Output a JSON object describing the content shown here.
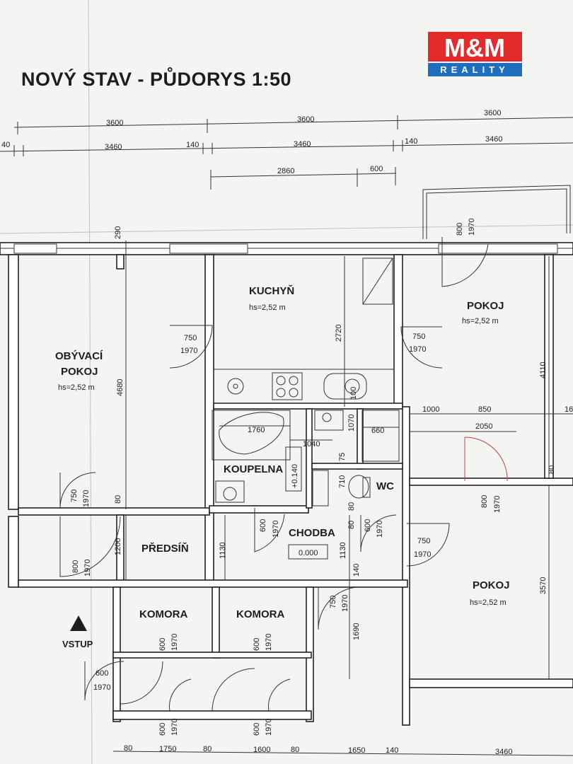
{
  "title": "NOVÝ STAV - PŮDORYS 1:50",
  "logo": {
    "top": "M&M",
    "bottom": "REALITY",
    "colors": {
      "red": "#e32b2b",
      "blue": "#1f6fc1"
    }
  },
  "rooms": {
    "obyvaci_line1": "OBÝVACÍ",
    "obyvaci_line2": "POKOJ",
    "obyvaci_hs": "hs=2,52 m",
    "kuchyn": "KUCHYŇ",
    "kuchyn_hs": "hs=2,52 m",
    "pokoj1": "POKOJ",
    "pokoj1_hs": "hs=2,52 m",
    "pokoj2": "POKOJ",
    "pokoj2_hs": "hs=2,52 m",
    "koupelna": "KOUPELNA",
    "wc": "WC",
    "chodba": "CHODBA",
    "chodba_level": "0.000",
    "predsin": "PŘEDSÍŇ",
    "komora1": "KOMORA",
    "komora2": "KOMORA",
    "vstup": "VSTUP",
    "koupelna_level": "+0.140"
  },
  "dims": {
    "top1": [
      "3600",
      "3600",
      "3600"
    ],
    "top2": [
      "40",
      "3460",
      "140",
      "3460",
      "140",
      "3460"
    ],
    "top3": [
      "2860",
      "600"
    ],
    "bottom": [
      "80",
      "1750",
      "80",
      "1600",
      "80",
      "1650",
      "140",
      "3460"
    ],
    "misc": {
      "d290": "290",
      "d4680": "4680",
      "d2720": "2720",
      "d4110": "4110",
      "d3570": "3570",
      "d1000": "1000",
      "d850": "850",
      "d2050": "2050",
      "d1760": "1760",
      "d1040": "1040",
      "d1070": "1070",
      "d660": "660",
      "d100": "100",
      "d75": "75",
      "d710": "710",
      "d80a": "80",
      "d80b": "80",
      "d80c": "80",
      "d80d": "80",
      "d1200": "1200",
      "d1130a": "1130",
      "d1130b": "1130",
      "d140": "140",
      "d1690": "1690",
      "d16": "16"
    },
    "doors": {
      "k750": "750",
      "k1970": "1970",
      "p750": "750",
      "p1970": "1970",
      "w800": "800",
      "w1970": "1970",
      "o750": "750",
      "o1970": "1970",
      "e800": "800",
      "e1970": "1970",
      "r800": "800",
      "r1970": "1970",
      "c600": "600",
      "c1970": "1970",
      "wc600": "600",
      "wc1970": "1970",
      "p2_750": "750",
      "p2_1970": "1970",
      "h750": "750",
      "h1970": "1970",
      "km1_600": "600",
      "km1_1970": "1970",
      "km2_600": "600",
      "km2_1970": "1970",
      "vs600": "600",
      "vs1970": "1970",
      "b1_600": "600",
      "b1_1970": "1970",
      "b2_600": "600",
      "b2_1970": "1970"
    }
  }
}
